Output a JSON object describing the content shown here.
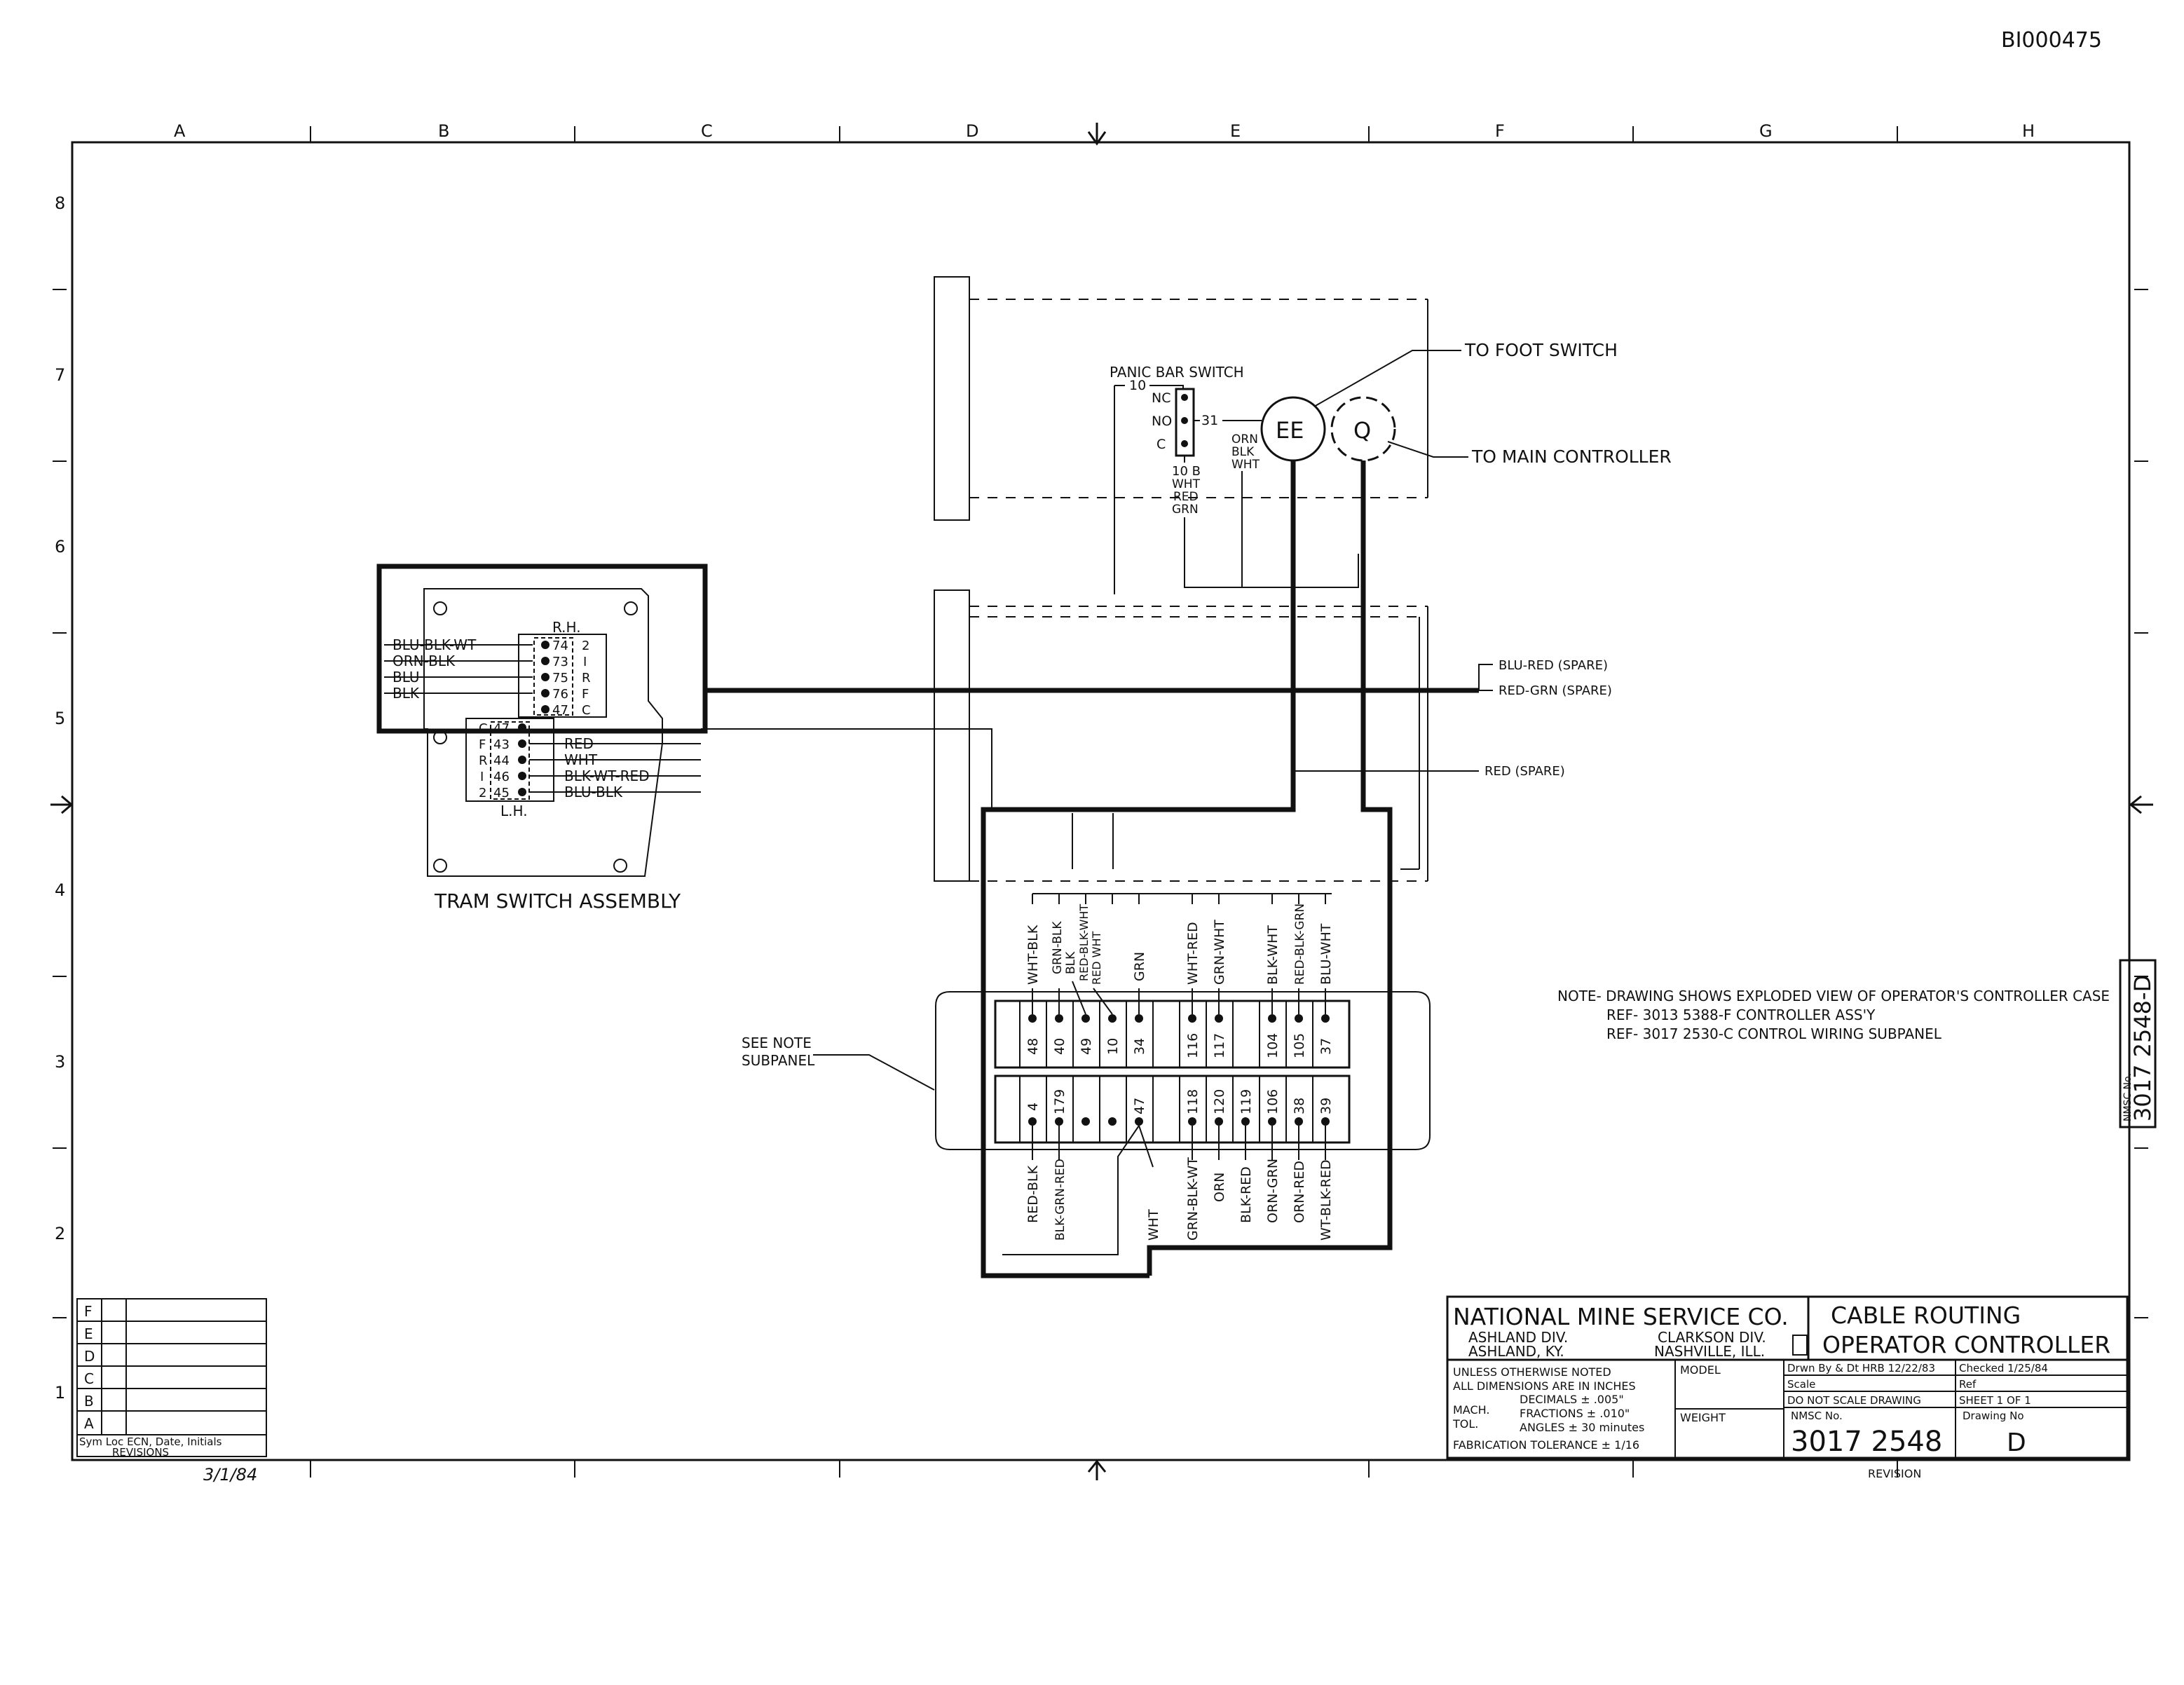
{
  "doc_id": "BI000475",
  "grid": {
    "columns": [
      "A",
      "B",
      "C",
      "D",
      "E",
      "F",
      "G",
      "H"
    ],
    "rows": [
      "8",
      "7",
      "6",
      "5",
      "4",
      "3",
      "2",
      "1"
    ],
    "row_labels_bottom_left": [
      "F",
      "E",
      "D",
      "C",
      "B",
      "A"
    ]
  },
  "revisions": {
    "header": "Sym Loc ECN, Date, Initials",
    "title": "REVISIONS",
    "signature_date": "3/1/84"
  },
  "panic_bar": {
    "title": "PANIC BAR SWITCH",
    "contacts": [
      "NC",
      "NO",
      "C"
    ],
    "wire_10": "10",
    "wire_31": "31",
    "wire_10b": "10 B",
    "wires_left": [
      "WHT",
      "RED",
      "GRN"
    ],
    "wires_right": [
      "ORN",
      "BLK",
      "WHT"
    ]
  },
  "connectors": {
    "ee": "EE",
    "q": "Q",
    "to_foot_switch": "TO FOOT SWITCH",
    "to_main_controller": "TO MAIN CONTROLLER"
  },
  "spares": {
    "blu_red": "BLU-RED (SPARE)",
    "red_grn": "RED-GRN (SPARE)",
    "red": "RED (SPARE)"
  },
  "tram_switch": {
    "title": "TRAM SWITCH ASSEMBLY",
    "rh": "R.H.",
    "lh": "L.H.",
    "rh_rows": [
      {
        "wire": "BLU-BLK-WT",
        "num": "74",
        "tag": "2"
      },
      {
        "wire": "ORN-BLK",
        "num": "73",
        "tag": "I"
      },
      {
        "wire": "BLU",
        "num": "75",
        "tag": "R"
      },
      {
        "wire": "BLK",
        "num": "76",
        "tag": "F"
      },
      {
        "wire": "",
        "num": "47",
        "tag": "C"
      }
    ],
    "lh_rows": [
      {
        "tag": "C",
        "num": "47",
        "wire": ""
      },
      {
        "tag": "F",
        "num": "43",
        "wire": "RED"
      },
      {
        "tag": "R",
        "num": "44",
        "wire": "WHT"
      },
      {
        "tag": "I",
        "num": "46",
        "wire": "BLK-WT-RED"
      },
      {
        "tag": "2",
        "num": "45",
        "wire": "BLU-BLK"
      }
    ]
  },
  "subpanel": {
    "see_note": "SEE NOTE",
    "subpanel_label": "SUBPANEL",
    "top_wires": [
      "WHT-BLK",
      "GRN-BLK",
      "BLK",
      "RED-BLK-WHT",
      "RED WHT",
      "GRN",
      "WHT-RED",
      "GRN-WHT",
      "BLK-WHT",
      "RED-BLK-GRN",
      "BLU-WHT"
    ],
    "top_terminals": [
      "48",
      "40",
      "49",
      "10",
      "34",
      "",
      "116",
      "117",
      "104",
      "105",
      "37"
    ],
    "bottom_terminals": [
      "4",
      "179",
      "",
      "",
      "47",
      "118",
      "120",
      "119",
      "106",
      "38",
      "39"
    ],
    "bottom_wires": [
      "RED-BLK",
      "BLK-GRN-RED",
      "WHT",
      "GRN-BLK-WT",
      "ORN",
      "BLK-RED",
      "ORN-GRN",
      "ORN-RED",
      "WT-BLK-RED"
    ]
  },
  "note": {
    "line1": "NOTE- DRAWING SHOWS EXPLODED VIEW OF OPERATOR'S CONTROLLER CASE",
    "line2": "REF- 3013 5388-F CONTROLLER ASS'Y",
    "line3": "REF- 3017 2530-C CONTROL WIRING SUBPANEL"
  },
  "side_stamp": {
    "prefix": "NMSC No.",
    "number": "3017 2548-D"
  },
  "title_block": {
    "company": "NATIONAL MINE SERVICE CO.",
    "div1": "ASHLAND DIV.",
    "div1_loc": "ASHLAND, KY.",
    "div2": "CLARKSON DIV.",
    "div2_loc": "NASHVILLE, ILL.",
    "title1": "CABLE ROUTING",
    "title2": "OPERATOR CONTROLLER",
    "tol1": "UNLESS OTHERWISE NOTED",
    "tol2": "ALL DIMENSIONS ARE IN INCHES",
    "mach": "MACH.",
    "tol": "TOL.",
    "decimals": "DECIMALS ± .005\"",
    "fractions": "FRACTIONS ± .010\"",
    "angles": "ANGLES ± 30 minutes",
    "fab": "FABRICATION TOLERANCE ± 1/16",
    "model": "MODEL",
    "weight": "WEIGHT",
    "drawn_by": "Drwn By & Dt HRB 12/22/83",
    "checked": "Checked 1/25/84",
    "scale": "Scale",
    "ref": "Ref",
    "do_not_scale": "DO NOT SCALE DRAWING",
    "sheet": "SHEET 1 OF 1",
    "nmsc_no": "NMSC No.",
    "number": "3017 2548",
    "drawing_no": "Drawing No",
    "size": "D",
    "revision": "REVISION"
  }
}
